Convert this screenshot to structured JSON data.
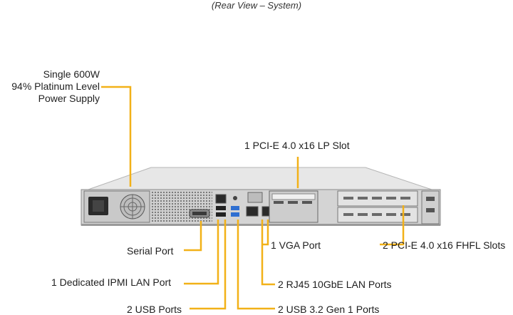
{
  "title": "(Rear View – System)",
  "labels": {
    "power_supply": [
      "Single 600W",
      "94% Platinum  Level",
      "Power Supply"
    ],
    "pcie_lp_slot": "1 PCI-E  4.0 x16 LP Slot",
    "serial_port": "Serial Port",
    "vga_port": "1 VGA Port",
    "pcie_fhfl_slots": "2 PCI-E  4.0 x16 FHFL Slots",
    "ipmi_lan_port": "1 Dedicated IPMI  LAN Port",
    "rj45_lan_ports": "2 RJ45  10GbE LAN Ports",
    "usb_ports": "2 USB Ports",
    "usb32_ports": "2 USB 3.2 Gen 1 Ports"
  },
  "colors": {
    "leader_line": "#f2b118",
    "chassis": "#d9d9d9",
    "chassis_dark": "#8a8a8a",
    "vga_blue": "#3a5fc8",
    "usb_blue": "#2f6fd1"
  }
}
